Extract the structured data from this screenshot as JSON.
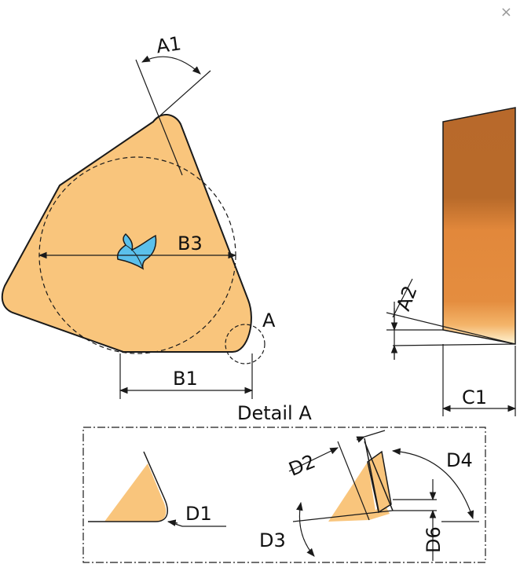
{
  "window": {
    "close_glyph": "×"
  },
  "labels": {
    "a1": "A1",
    "b3": "B3",
    "a": "A",
    "b1": "B1",
    "a2": "A2",
    "c1": "C1",
    "detail_title": "Detail A",
    "d1": "D1",
    "d2": "D2",
    "d3": "D3",
    "d4": "D4",
    "d6": "D6"
  },
  "colors": {
    "insert_fill": "#F9C57C",
    "insert_edge": "#1a1a1a",
    "chipbreaker_fill": "#5BC0EB",
    "side_dark": "#B86A2A",
    "side_mid": "#E2883B",
    "side_light": "#FFF3D0"
  },
  "icons": {
    "close": "close-icon"
  }
}
